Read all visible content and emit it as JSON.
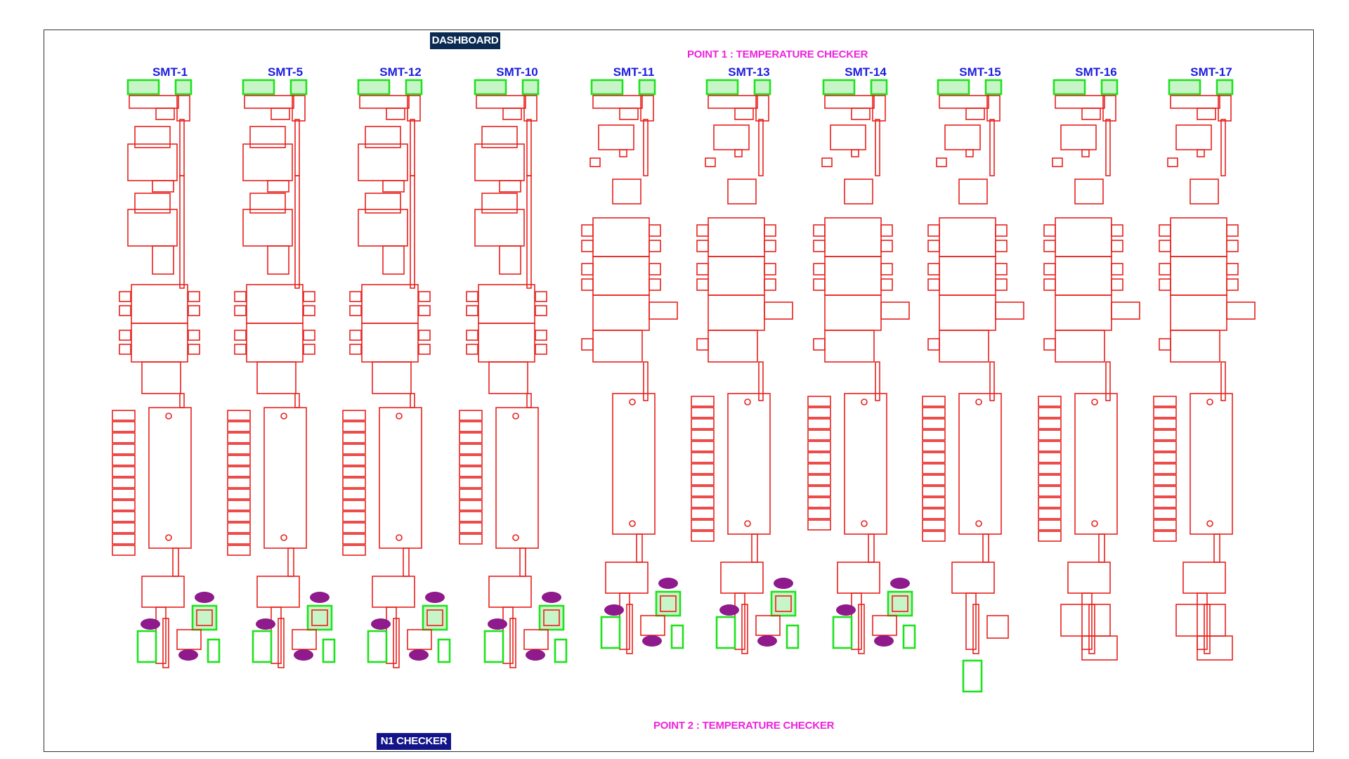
{
  "header": {
    "dashboard_label": "DASHBOARD"
  },
  "footer": {
    "n1_checker_label": "N1 CHECKER"
  },
  "points": {
    "point1": "POINT 1 : TEMPERATURE CHECKER",
    "point2": "POINT 2 : TEMPERATURE CHECKER"
  },
  "colors": {
    "machine_outline": "#e8211d",
    "checker_outline": "#1ee21e",
    "checker_fill": "#c8f5c8",
    "sensor_marker": "#8e1a8c",
    "line_title": "#1c1ce0",
    "point_label": "#ee22dd",
    "dashboard_button": "#0b2b52",
    "n1_button": "#14148a",
    "frame": "#333333"
  },
  "lines": [
    {
      "name": "SMT-1",
      "type": "A",
      "racks": 13,
      "point2": "left"
    },
    {
      "name": "SMT-5",
      "type": "A",
      "racks": 13,
      "point2": "left"
    },
    {
      "name": "SMT-12",
      "type": "A",
      "racks": 13,
      "point2": "left"
    },
    {
      "name": "SMT-10",
      "type": "A",
      "racks": 12,
      "point2": "left"
    },
    {
      "name": "SMT-11",
      "type": "B",
      "racks": 0,
      "point2": "left"
    },
    {
      "name": "SMT-13",
      "type": "B",
      "racks": 13,
      "point2": "left"
    },
    {
      "name": "SMT-14",
      "type": "B",
      "racks": 12,
      "point2": "left"
    },
    {
      "name": "SMT-15",
      "type": "B",
      "racks": 13,
      "point2": "single"
    },
    {
      "name": "SMT-16",
      "type": "B",
      "racks": 13,
      "point2": "none"
    },
    {
      "name": "SMT-17",
      "type": "B",
      "racks": 13,
      "point2": "none"
    }
  ]
}
